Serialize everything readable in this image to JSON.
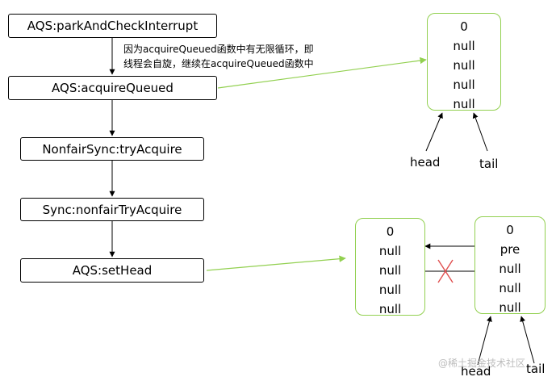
{
  "call_stack": [
    "AQS:parkAndCheckInterrupt",
    "AQS:acquireQueued",
    "NonfairSync:tryAcquire",
    "Sync:nonfairTryAcquire",
    "AQS:setHead"
  ],
  "note": {
    "line1": "因为acquireQueued函数中有无限循环，即",
    "line2": "线程会自旋，继续在acquireQueued函数中"
  },
  "queue_before": {
    "cells": [
      "0",
      "null",
      "null",
      "null",
      "null"
    ],
    "head_label": "head",
    "tail_label": "tail"
  },
  "queue_after": {
    "old_node_cells": [
      "0",
      "null",
      "null",
      "null",
      "null"
    ],
    "new_node_cells": [
      "0",
      "pre",
      "null",
      "null",
      "null"
    ],
    "head_label": "head",
    "tail_label": "tail"
  },
  "watermark": "@稀土掘金技术社区",
  "colors": {
    "node_border": "#92d050",
    "link_arrow": "#92d050",
    "cross": "#e05050",
    "flow_arrow": "#000000"
  }
}
